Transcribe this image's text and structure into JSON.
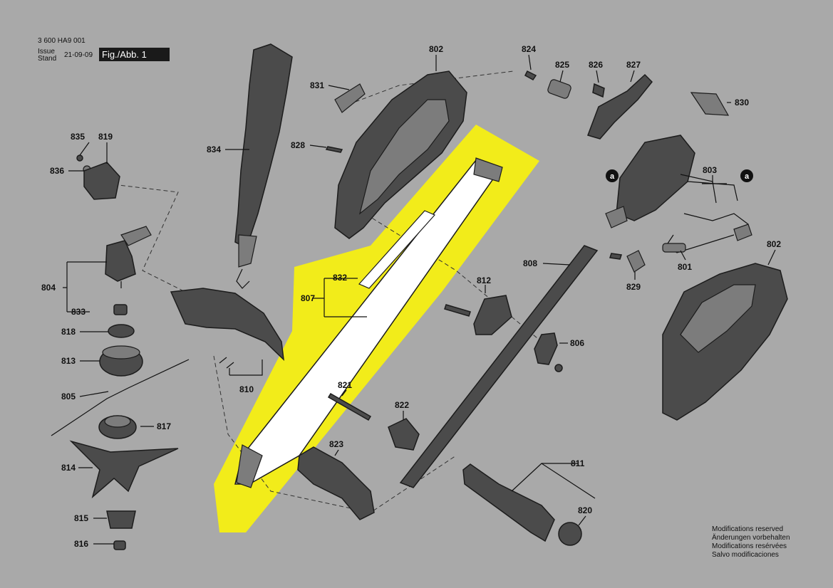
{
  "header": {
    "doc_number": "3 600 HA9 001",
    "issue_label_1": "Issue",
    "issue_label_2": "Stand",
    "issue_date": "21-09-09",
    "figure": "Fig./Abb. 1"
  },
  "notes": [
    "Modifications reserved",
    "Änderungen vorbehalten",
    "Modifications resérvées",
    "Salvo modificaciones"
  ],
  "colors": {
    "background": "#a9a9a9",
    "highlight": "#f2ec1a",
    "part": "#4a4a4a",
    "line": "#222222"
  },
  "parts": [
    {
      "id": "p802a",
      "label": "802",
      "name": "motor-housing-half"
    },
    {
      "id": "p802b",
      "label": "802",
      "name": "motor-housing-half"
    },
    {
      "id": "p824",
      "label": "824",
      "name": "screw"
    },
    {
      "id": "p825",
      "label": "825",
      "name": "knob"
    },
    {
      "id": "p826",
      "label": "826",
      "name": "spring"
    },
    {
      "id": "p827",
      "label": "827",
      "name": "lever"
    },
    {
      "id": "p831",
      "label": "831",
      "name": "label-plate"
    },
    {
      "id": "p830",
      "label": "830",
      "name": "label-plate"
    },
    {
      "id": "p828",
      "label": "828",
      "name": "screw"
    },
    {
      "id": "p834",
      "label": "834",
      "name": "guard-handle"
    },
    {
      "id": "p835",
      "label": "835",
      "name": "screw"
    },
    {
      "id": "p819",
      "label": "819",
      "name": "cap"
    },
    {
      "id": "p836",
      "label": "836",
      "name": "washer"
    },
    {
      "id": "p803",
      "label": "803",
      "name": "motor"
    },
    {
      "id": "p804",
      "label": "804",
      "name": "gear-head"
    },
    {
      "id": "p833",
      "label": "833",
      "name": "bushing"
    },
    {
      "id": "p818",
      "label": "818",
      "name": "nut"
    },
    {
      "id": "p813",
      "label": "813",
      "name": "spool-head"
    },
    {
      "id": "p805",
      "label": "805",
      "name": "trimmer-line"
    },
    {
      "id": "p817",
      "label": "817",
      "name": "spool-base"
    },
    {
      "id": "p814",
      "label": "814",
      "name": "blade"
    },
    {
      "id": "p815",
      "label": "815",
      "name": "cup"
    },
    {
      "id": "p816",
      "label": "816",
      "name": "nut"
    },
    {
      "id": "p832",
      "label": "832",
      "name": "decal"
    },
    {
      "id": "p807",
      "label": "807",
      "name": "lower-shaft"
    },
    {
      "id": "p808",
      "label": "808",
      "name": "upper-shaft"
    },
    {
      "id": "p812",
      "label": "812",
      "name": "clamp"
    },
    {
      "id": "p806",
      "label": "806",
      "name": "lever-clamp"
    },
    {
      "id": "p810",
      "label": "810",
      "name": "guard"
    },
    {
      "id": "p821",
      "label": "821",
      "name": "bolt"
    },
    {
      "id": "p822",
      "label": "822",
      "name": "sleeve"
    },
    {
      "id": "p823",
      "label": "823",
      "name": "handle-grip"
    },
    {
      "id": "p811",
      "label": "811",
      "name": "handle-set"
    },
    {
      "id": "p820",
      "label": "820",
      "name": "end-cap"
    },
    {
      "id": "p801",
      "label": "801",
      "name": "power-cord"
    },
    {
      "id": "p829",
      "label": "829",
      "name": "cord-clamp"
    }
  ],
  "reference_marks": [
    {
      "id": "a1",
      "label": "a"
    },
    {
      "id": "a2",
      "label": "a"
    }
  ]
}
